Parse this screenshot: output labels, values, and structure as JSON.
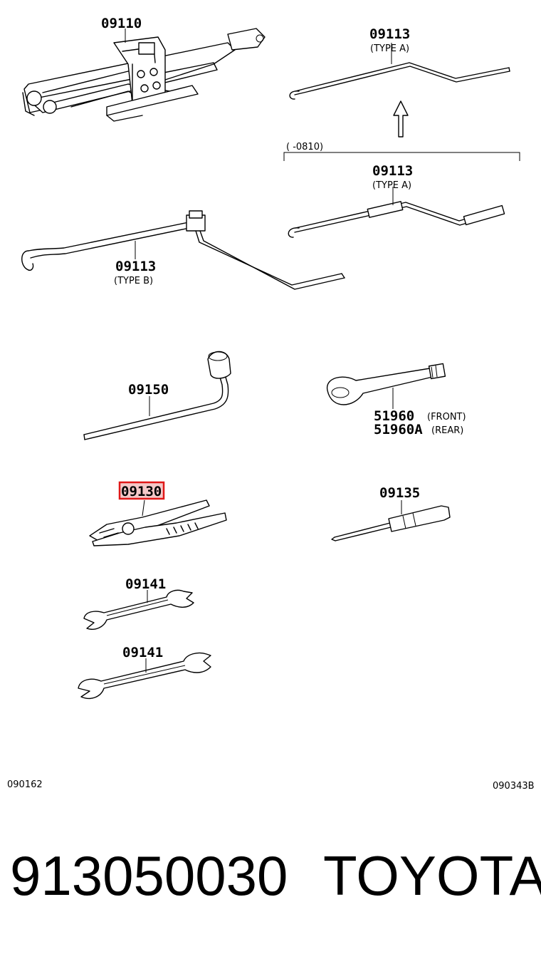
{
  "labels": {
    "jack": "09110",
    "handle_a_top": "09113",
    "handle_a_top_type": "(TYPE A)",
    "bracket_range": "(      -0810)",
    "handle_a_mid": "09113",
    "handle_a_mid_type": "(TYPE A)",
    "handle_b": "09113",
    "handle_b_type": "(TYPE B)",
    "wrench_lug": "09150",
    "hook_front": "51960",
    "hook_front_note": "(FRONT)",
    "hook_rear": "51960A",
    "hook_rear_note": "(REAR)",
    "pliers": "09130",
    "screwdriver": "09135",
    "wrench_1": "09141",
    "wrench_2": "09141",
    "code_left": "090162",
    "code_right": "090343B"
  },
  "footer": {
    "part_number": "913050030",
    "brand": "TOYOTA"
  },
  "highlight": {
    "target": "pliers",
    "color": "#e01818",
    "fill": "#f4c8c8"
  }
}
